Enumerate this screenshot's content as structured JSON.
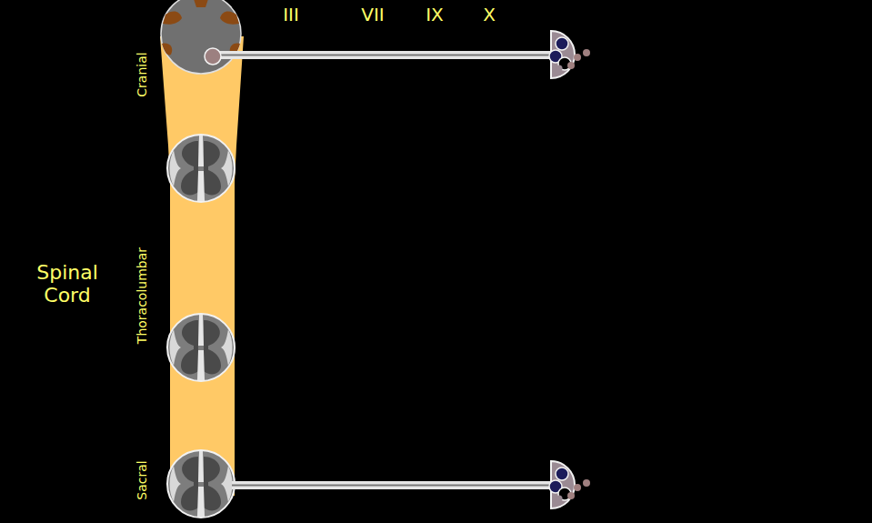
{
  "diagram": {
    "labels": [
      "III",
      "VII",
      "IX",
      "X",
      "Cranial",
      "Thoracolumbar",
      "Sacral",
      "Spinal Cord"
    ]
  }
}
